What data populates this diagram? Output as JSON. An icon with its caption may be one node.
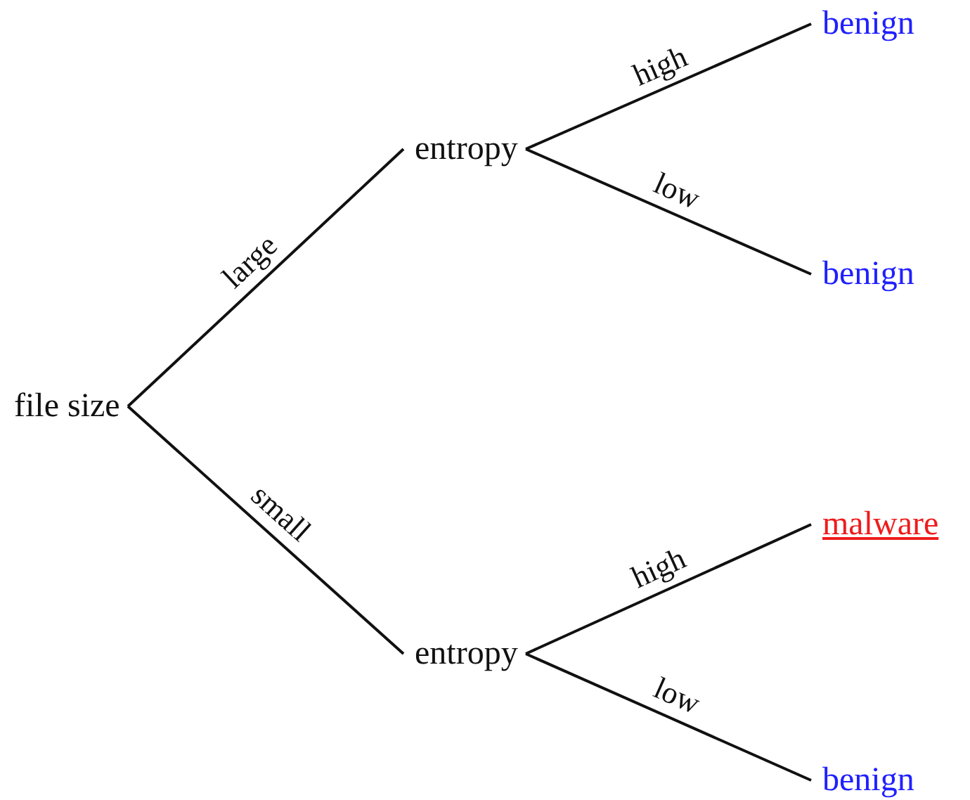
{
  "diagram": {
    "nodes": [
      {
        "text": [
          "file size"
        ]
      },
      {
        "text": [
          "entropy"
        ]
      },
      {
        "text": [
          "entropy"
        ]
      },
      {
        "text": [
          "benign"
        ]
      },
      {
        "text": [
          "benign"
        ]
      },
      {
        "text": [
          "malware"
        ]
      },
      {
        "text": [
          "benign"
        ]
      }
    ],
    "edges": [
      {
        "from": 0,
        "to": 1,
        "arrow": "none",
        "label": "large"
      },
      {
        "from": 0,
        "to": 2,
        "arrow": "none",
        "label": "small"
      },
      {
        "from": 1,
        "to": 3,
        "arrow": "none",
        "label": "high"
      },
      {
        "from": 1,
        "to": 4,
        "arrow": "none",
        "label": "low"
      },
      {
        "from": 2,
        "to": 5,
        "arrow": "none",
        "label": "high"
      },
      {
        "from": 2,
        "to": 6,
        "arrow": "none",
        "label": "low"
      }
    ]
  }
}
